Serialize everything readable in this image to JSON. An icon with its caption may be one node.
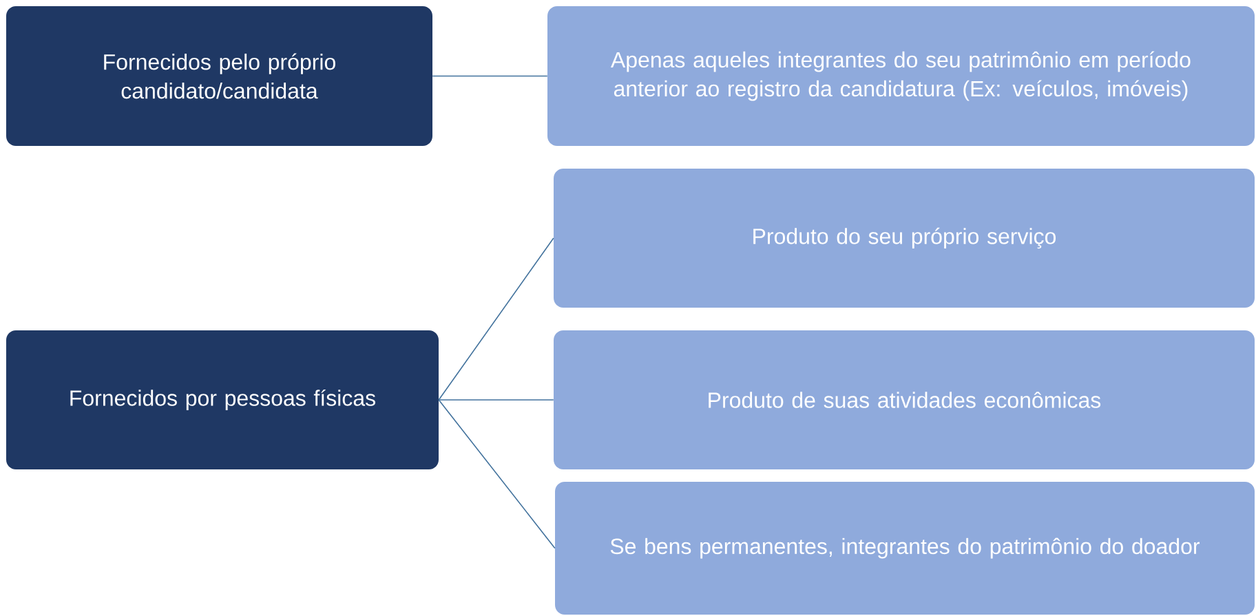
{
  "diagram": {
    "nodes": [
      {
        "text": [
          "Fornecidos pelo próprio candidato/candidata"
        ]
      },
      {
        "text": [
          "Apenas aqueles integrantes do seu patrimônio em período anterior ao registro da candidatura (Ex: veículos, imóveis)"
        ]
      },
      {
        "text": [
          "Fornecidos por pessoas físicas"
        ]
      },
      {
        "text": [
          "Produto do seu próprio serviço"
        ]
      },
      {
        "text": [
          "Produto de suas atividades econômicas"
        ]
      },
      {
        "text": [
          "Se bens permanentes, integrantes do patrimônio do doador"
        ]
      }
    ],
    "edges": [
      {
        "from": 0,
        "to": 1,
        "arrow": "none"
      },
      {
        "from": 2,
        "to": 3,
        "arrow": "none"
      },
      {
        "from": 2,
        "to": 4,
        "arrow": "none"
      },
      {
        "from": 2,
        "to": 5,
        "arrow": "none"
      }
    ]
  }
}
